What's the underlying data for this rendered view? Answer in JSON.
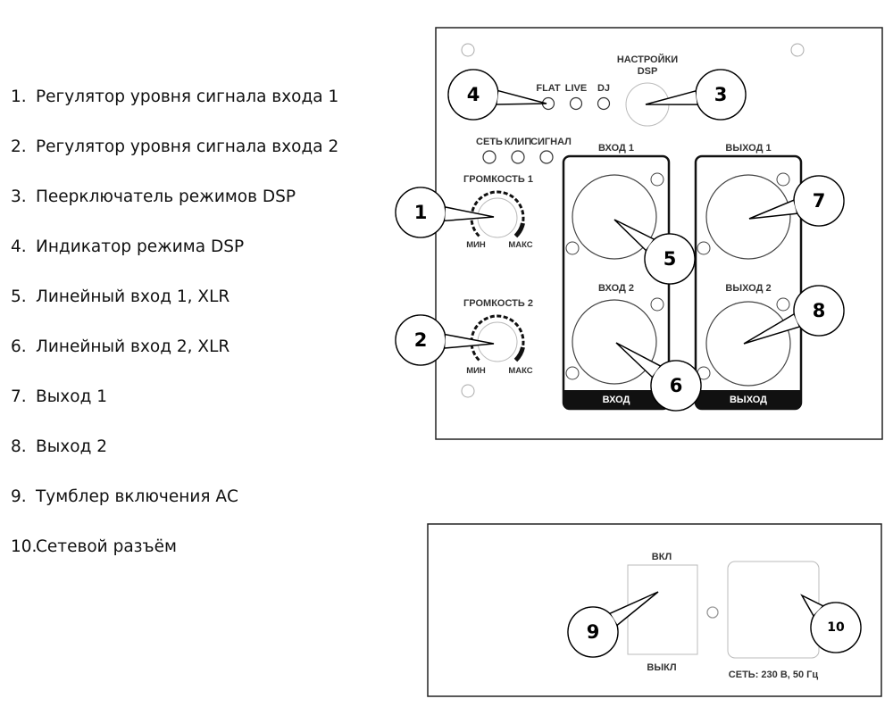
{
  "legend": [
    {
      "num": "1.",
      "text": "Регулятор уровня сигнала входа 1"
    },
    {
      "num": "2.",
      "text": "Регулятор уровня сигнала входа 2"
    },
    {
      "num": "3.",
      "text": "Пеерключатель режимов DSP"
    },
    {
      "num": "4.",
      "text": "Индикатор режима DSP"
    },
    {
      "num": "5.",
      "text": "Линейный вход 1, XLR"
    },
    {
      "num": "6.",
      "text": "Линейный вход 2, XLR"
    },
    {
      "num": "7.",
      "text": "Выход 1"
    },
    {
      "num": "8.",
      "text": "Выход 2"
    },
    {
      "num": "9.",
      "text": "Тумблер включения АС"
    },
    {
      "num": "10.",
      "text": "Сетевой разъём"
    }
  ],
  "front_panel": {
    "dsp_label_1": "НАСТРОЙКИ",
    "dsp_label_2": "DSP",
    "modes": [
      "FLAT",
      "LIVE",
      "DJ"
    ],
    "indicators": [
      "СЕТЬ",
      "КЛИП",
      "СИГНАЛ"
    ],
    "volume1": "ГРОМКОСТЬ 1",
    "volume2": "ГРОМКОСТЬ 2",
    "min": "МИН",
    "max": "МАКС",
    "input1": "ВХОД 1",
    "input2": "ВХОД 2",
    "input_bar": "ВХОД",
    "output1": "ВЫХОД 1",
    "output2": "ВЫХОД 2",
    "output_bar": "ВЫХОД"
  },
  "rear_panel": {
    "on": "ВКЛ",
    "off": "ВЫКЛ",
    "power": "СЕТЬ: 230 В, 50 Гц"
  },
  "callouts": [
    "1",
    "2",
    "3",
    "4",
    "5",
    "6",
    "7",
    "8",
    "9",
    "10"
  ]
}
